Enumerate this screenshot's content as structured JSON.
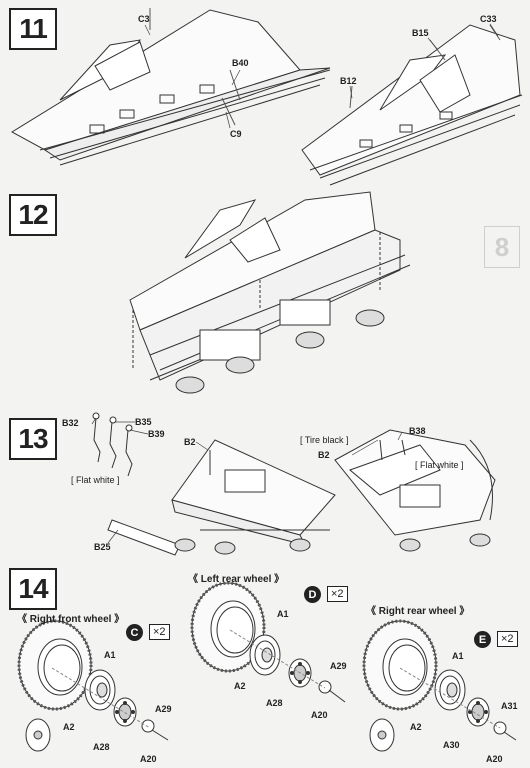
{
  "steps": [
    {
      "number": "11"
    },
    {
      "number": "12"
    },
    {
      "number": "13"
    },
    {
      "number": "14"
    }
  ],
  "step11": {
    "labels": [
      "C3",
      "B40",
      "C9",
      "B15",
      "C33",
      "B12"
    ]
  },
  "step13": {
    "labels": [
      "B32",
      "B35",
      "B39",
      "B25",
      "B2",
      "B38",
      "B2"
    ],
    "note_flat_white_left": "[ Flat white ]",
    "note_tire_black": "[ Tire black ]",
    "note_flat_white_right": "[ Flat white ]"
  },
  "step14": {
    "right_front": {
      "title": "《 Right front wheel 》",
      "badge": "C",
      "qty": "×2",
      "labels": [
        "A1",
        "A2",
        "A29",
        "A28",
        "A20"
      ]
    },
    "left_rear": {
      "title": "《 Left rear wheel 》",
      "badge": "D",
      "qty": "×2",
      "labels": [
        "A1",
        "A2",
        "A29",
        "A28",
        "A20"
      ]
    },
    "right_rear": {
      "title": "《 Right rear wheel 》",
      "badge": "E",
      "qty": "×2",
      "labels": [
        "A1",
        "A2",
        "A31",
        "A30",
        "A20"
      ]
    }
  },
  "ghost_page_number": "8"
}
